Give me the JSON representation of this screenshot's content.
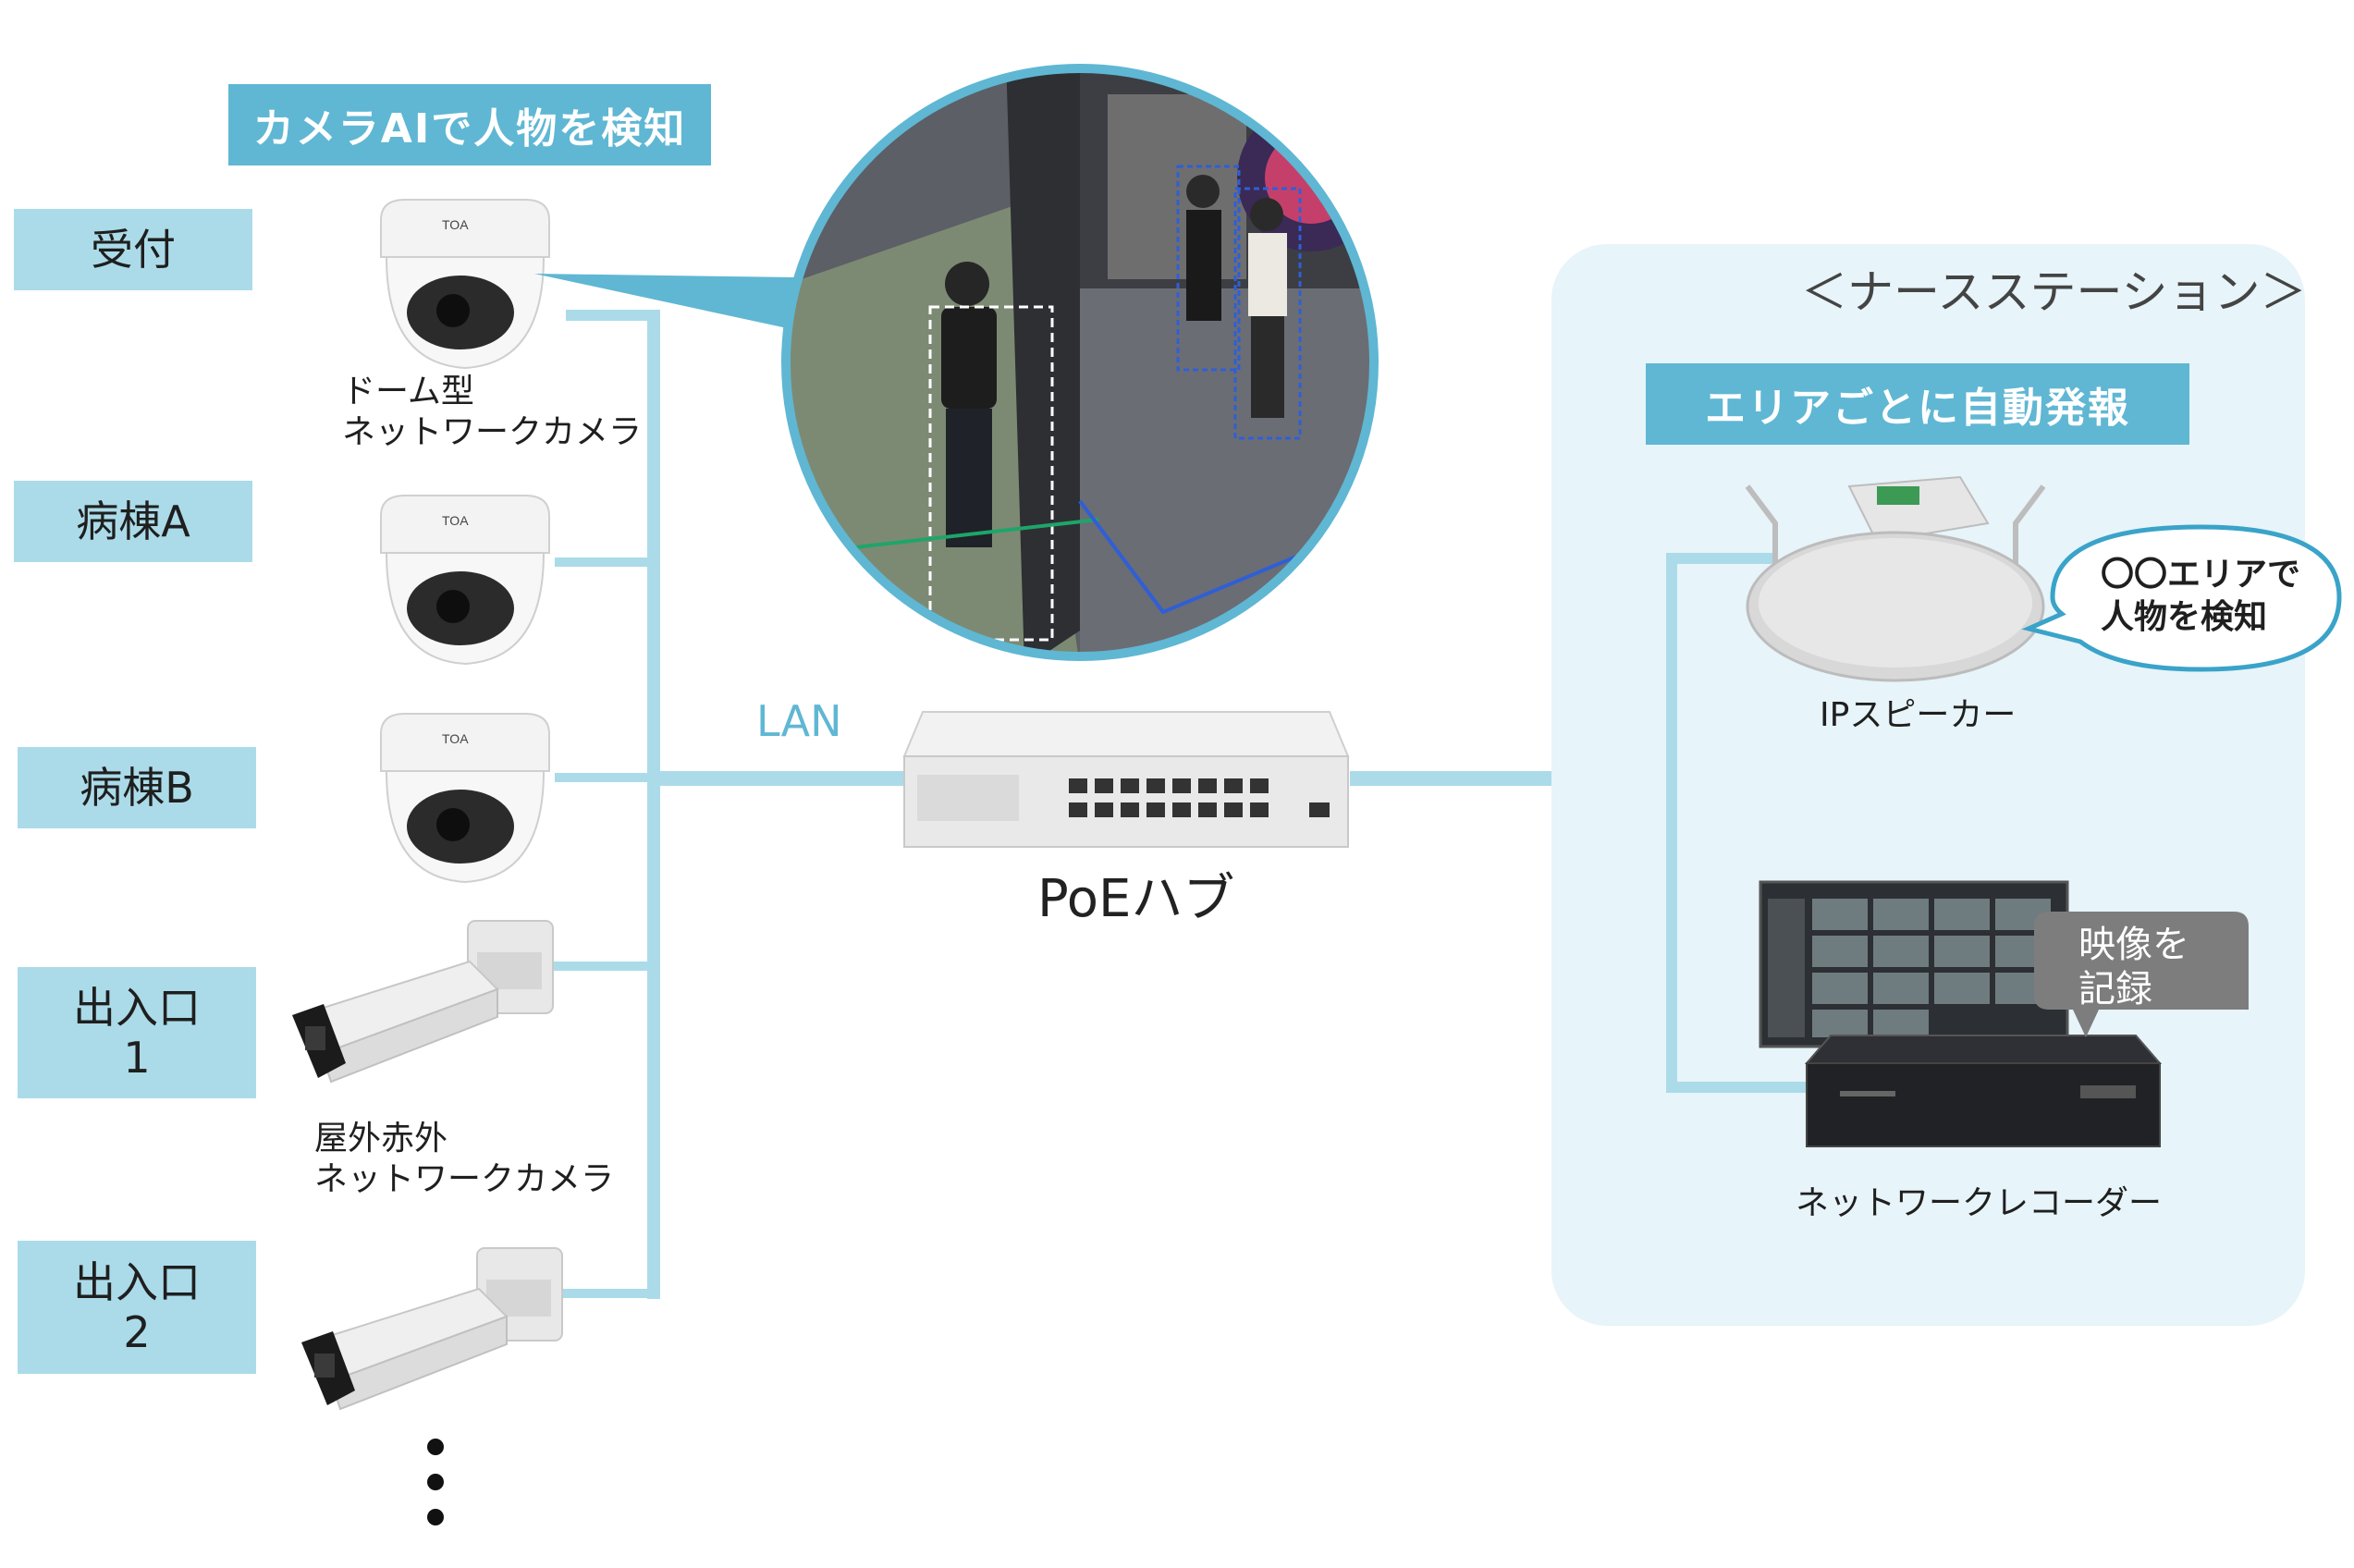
{
  "top_banner": "カメラAIで人物を検知",
  "locations": [
    "受付",
    "病棟A",
    "病棟B",
    "出入口\n1",
    "出入口\n2"
  ],
  "dome_camera_caption": [
    "ドーム型",
    "ネットワークカメラ"
  ],
  "outdoor_camera_caption": [
    "屋外赤外",
    "ネットワークカメラ"
  ],
  "lan_label": "LAN",
  "hub_label": "PoEハブ",
  "nurse_station": {
    "title": "＜ナースステーション＞",
    "banner": "エリアごとに自動発報",
    "speaker_caption": "IPスピーカー",
    "speaker_bubble": [
      "〇〇エリアで",
      "人物を検知"
    ],
    "recorder_caption": "ネットワークレコーダー",
    "recorder_bubble": [
      "映像を",
      "記録"
    ]
  },
  "colors": {
    "line": "#abdbe9",
    "banner": "#5fb7d3",
    "panel": "#e7f4f9",
    "bubble_gray": "#7d7d7d",
    "bubble_border": "#3aa3c9"
  }
}
